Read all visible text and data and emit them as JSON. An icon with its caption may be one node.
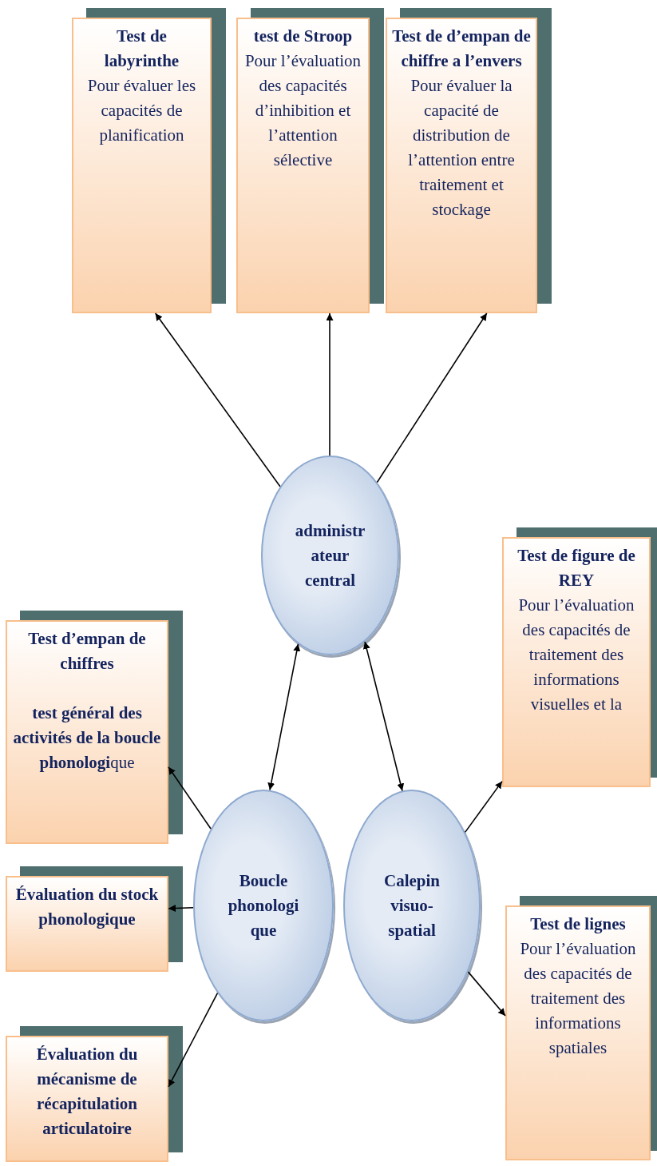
{
  "diagram": {
    "nodes": [
      {
        "text": [
          "Test de labyrinthe",
          "Pour évaluer les capacités de planification"
        ]
      },
      {
        "text": [
          "test de Stroop",
          "Pour l’évaluation des capacités d’inhibition et l’attention sélective"
        ]
      },
      {
        "text": [
          "Test de d’empan de chiffre a l’envers",
          "Pour évaluer la capacité de distribution de l’attention entre traitement et stockage"
        ]
      },
      {
        "text": [
          "administrateur central"
        ]
      },
      {
        "text": [
          "Test d’empan de chiffres",
          "**test général des activités de la boucle phonologi**que"
        ]
      },
      {
        "text": [
          "Évaluation du stock phonologique"
        ]
      },
      {
        "text": [
          "Évaluation du mécanisme de récapitulation articulatoire"
        ]
      },
      {
        "text": [
          "Boucle phonologique"
        ]
      },
      {
        "text": [
          "Calepin visuo-spatial"
        ]
      },
      {
        "text": [
          "Test de figure de REY",
          "Pour l’évaluation des capacités de traitement des informations visuelles et la"
        ]
      },
      {
        "text": [
          "Test de lignes",
          "Pour l’évaluation des capacités de traitement des informations spatiales"
        ]
      }
    ],
    "edges": [
      {
        "from": 3,
        "to": 0,
        "arrow": "to"
      },
      {
        "from": 3,
        "to": 1,
        "arrow": "to"
      },
      {
        "from": 3,
        "to": 2,
        "arrow": "to"
      },
      {
        "from": 3,
        "to": 7,
        "arrow": "both"
      },
      {
        "from": 3,
        "to": 8,
        "arrow": "both"
      },
      {
        "from": 7,
        "to": 4,
        "arrow": "to"
      },
      {
        "from": 7,
        "to": 5,
        "arrow": "to"
      },
      {
        "from": 7,
        "to": 6,
        "arrow": "to"
      },
      {
        "from": 8,
        "to": 9,
        "arrow": "to"
      },
      {
        "from": 8,
        "to": 10,
        "arrow": "to"
      }
    ]
  }
}
